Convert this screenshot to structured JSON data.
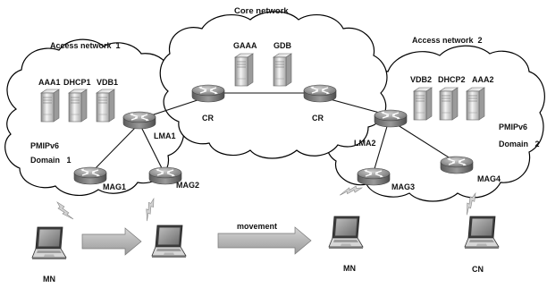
{
  "diagram": {
    "networks": {
      "core": "Core network",
      "access1": "Access network  1",
      "access2": "Access network  2",
      "domain1_line1": "PMIPv6",
      "domain1_line2": "Domain   1",
      "domain2_line1": "PMIPv6",
      "domain2_line2": "Domain   2"
    },
    "servers": {
      "aaa1": "AAA1",
      "dhcp1": "DHCP1",
      "vdb1": "VDB1",
      "gaaa": "GAAA",
      "gdb": "GDB",
      "vdb2": "VDB2",
      "dhcp2": "DHCP2",
      "aaa2": "AAA2"
    },
    "routers": {
      "cr_left": "CR",
      "cr_right": "CR",
      "lma1": "LMA1",
      "lma2": "LMA2",
      "mag1": "MAG1",
      "mag2": "MAG2",
      "mag3": "MAG3",
      "mag4": "MAG4"
    },
    "nodes": {
      "mn_left": "MN",
      "mn_right": "MN",
      "cn": "CN"
    },
    "movement_label": "movement"
  }
}
